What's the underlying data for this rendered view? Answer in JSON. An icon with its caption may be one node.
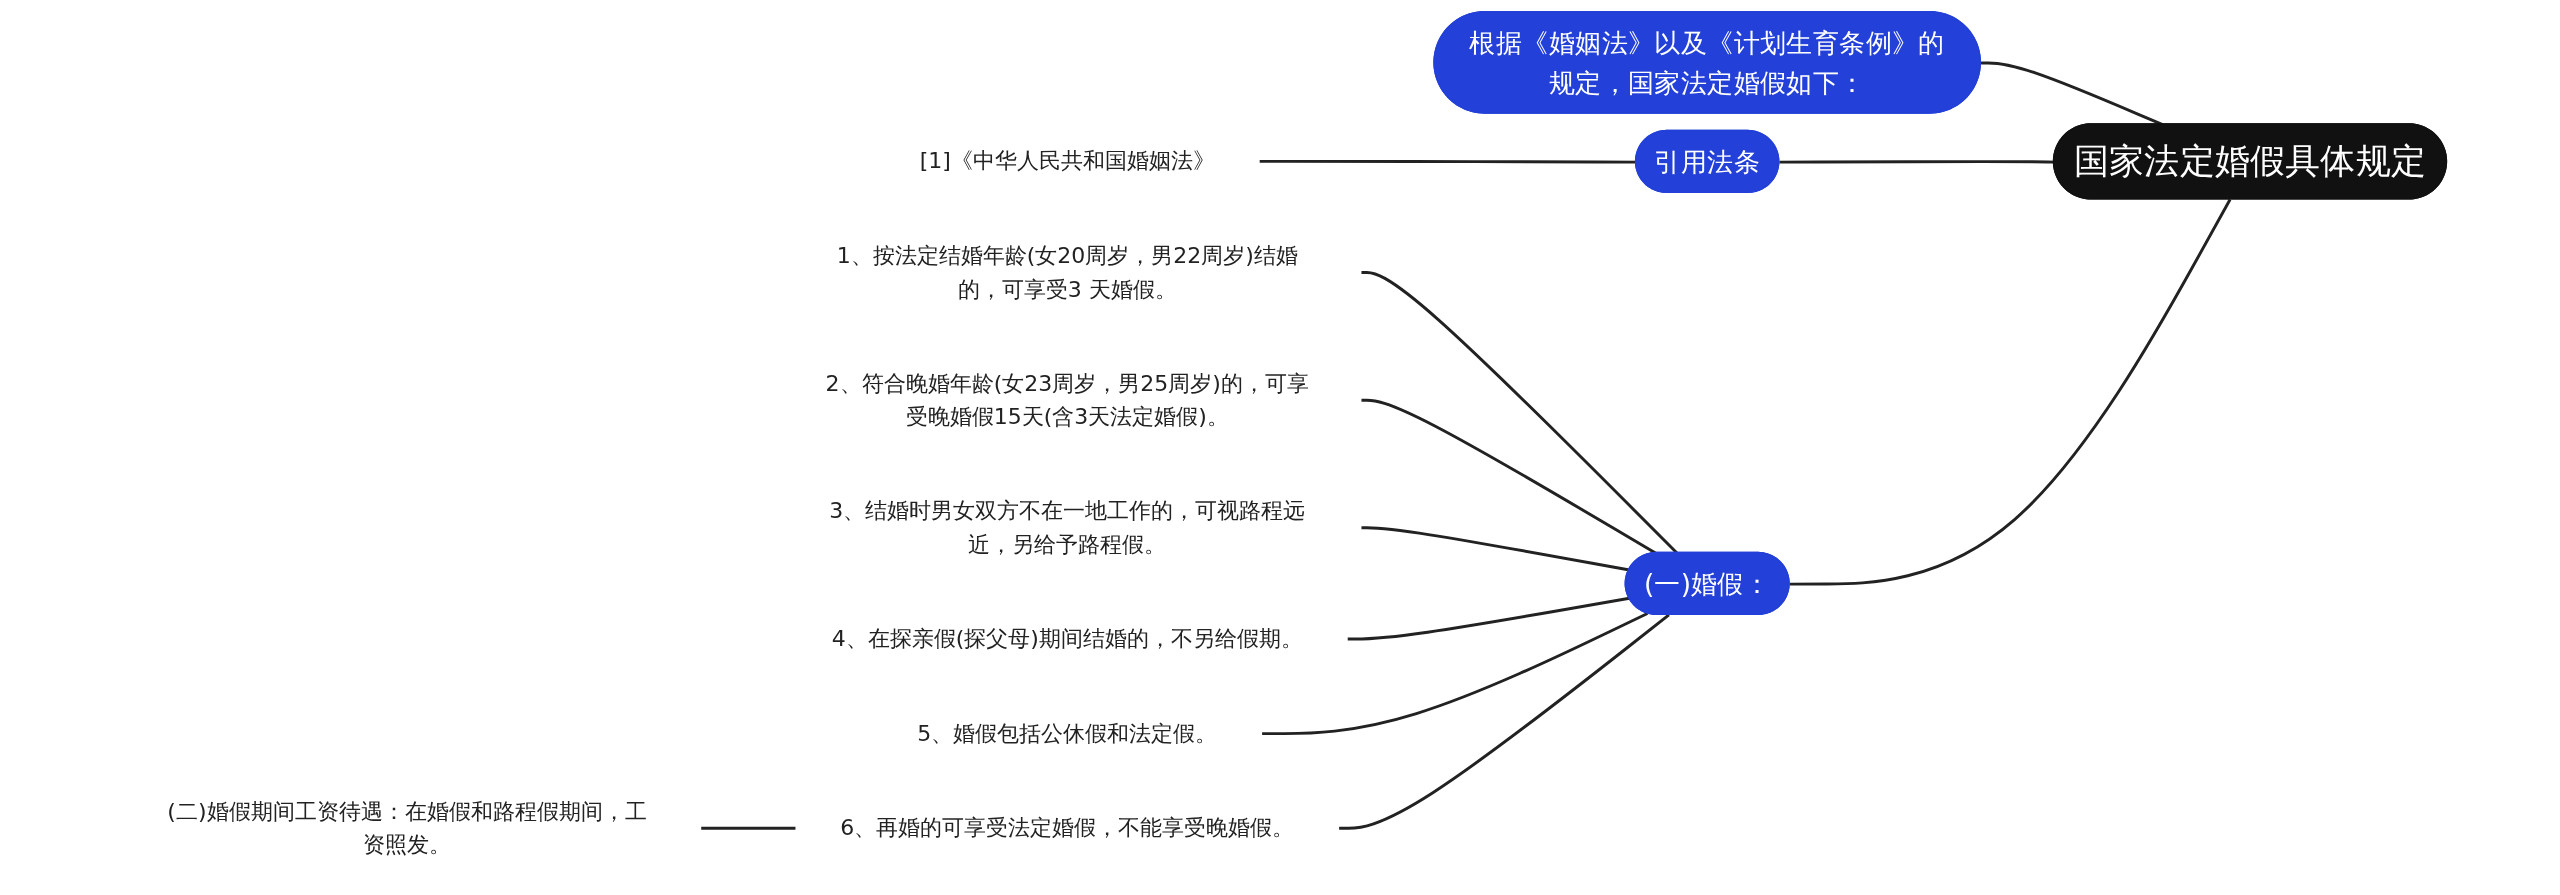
{
  "diagram": {
    "nodes": [
      {
        "text": [
          "国家法定婚假具体规定"
        ]
      },
      {
        "text": [
          "根据《婚姻法》以及《计划生育条例》的规定，国家法定婚假如下："
        ]
      },
      {
        "text": [
          "引用法条"
        ]
      },
      {
        "text": [
          "[1]《中华人民共和国婚姻法》"
        ]
      },
      {
        "text": [
          "(一)婚假："
        ]
      },
      {
        "text": [
          "1、按法定结婚年龄(女20周岁，男22周岁)结婚的，可享受3 天婚假。"
        ]
      },
      {
        "text": [
          "2、符合晚婚年龄(女23周岁，男25周岁)的，可享受晚婚假15天(含3天法定婚假)。"
        ]
      },
      {
        "text": [
          "3、结婚时男女双方不在一地工作的，可视路程远近，另给予路程假。"
        ]
      },
      {
        "text": [
          "4、在探亲假(探父母)期间结婚的，不另给假期。"
        ]
      },
      {
        "text": [
          "5、婚假包括公休假和法定假。"
        ]
      },
      {
        "text": [
          "6、再婚的可享受法定婚假，不能享受晚婚假。"
        ]
      },
      {
        "text": [
          "(二)婚假期间工资待遇：在婚假和路程假期间，工资照发。"
        ]
      }
    ],
    "edges": [
      {
        "from": 0,
        "to": 1,
        "arrow": "none"
      },
      {
        "from": 0,
        "to": 2,
        "arrow": "none"
      },
      {
        "from": 2,
        "to": 3,
        "arrow": "none"
      },
      {
        "from": 0,
        "to": 4,
        "arrow": "none"
      },
      {
        "from": 4,
        "to": 5,
        "arrow": "none"
      },
      {
        "from": 4,
        "to": 6,
        "arrow": "none"
      },
      {
        "from": 4,
        "to": 7,
        "arrow": "none"
      },
      {
        "from": 4,
        "to": 8,
        "arrow": "none"
      },
      {
        "from": 4,
        "to": 9,
        "arrow": "none"
      },
      {
        "from": 4,
        "to": 10,
        "arrow": "none"
      },
      {
        "from": 10,
        "to": 11,
        "arrow": "none"
      }
    ]
  }
}
